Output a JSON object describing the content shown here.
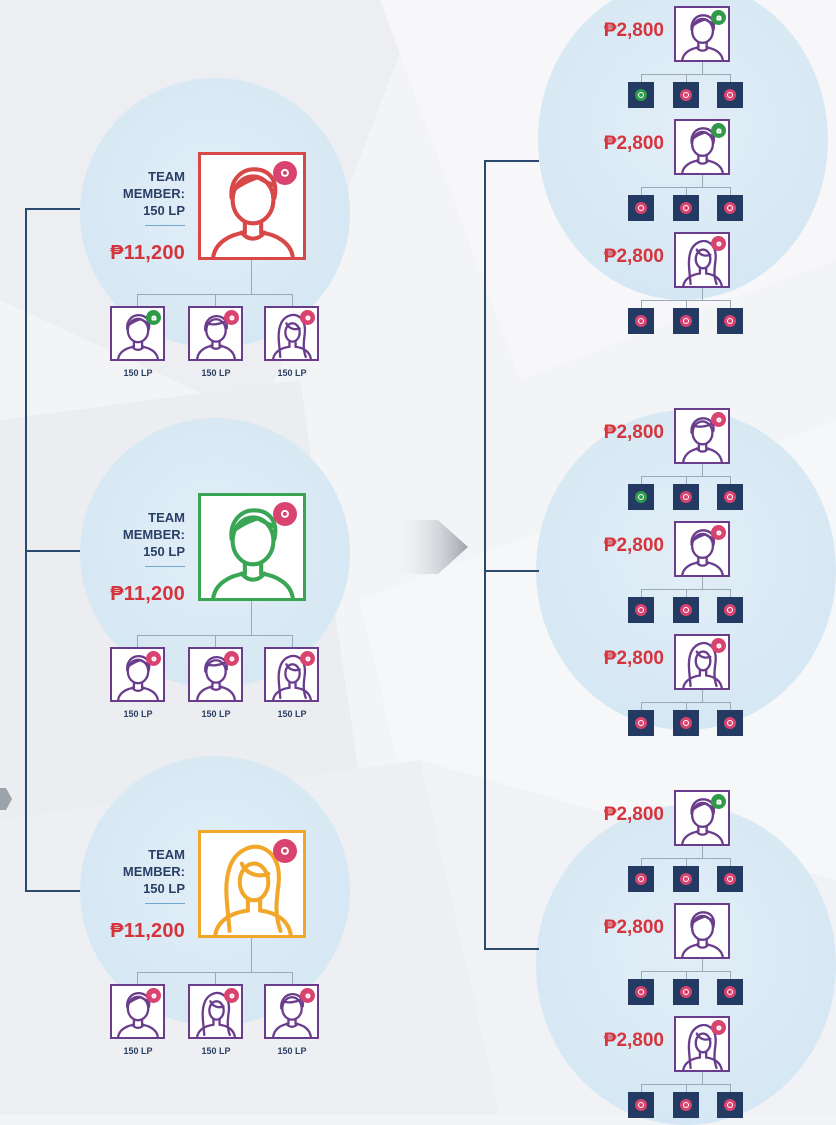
{
  "colors": {
    "red": "#d94848",
    "green": "#3aa655",
    "orange": "#f2a72b",
    "purple": "#6a3d8c",
    "navy": "#233b63",
    "pink_badge": "#d94370",
    "green_badge": "#2f9b4a",
    "amount_red": "#d6343c"
  },
  "team_label": "TEAM\nMEMBER:\n150 LP",
  "left_groups": [
    {
      "label": "TEAM\nMEMBER:\n150 LP",
      "amount": "₱11,200",
      "color": "red",
      "avatar": "male",
      "badge": "pink",
      "children": [
        {
          "avatar": "male",
          "badge": "green",
          "lp": "150 LP"
        },
        {
          "avatar": "male2",
          "badge": "pink",
          "lp": "150 LP"
        },
        {
          "avatar": "female",
          "badge": "pink",
          "lp": "150 LP"
        }
      ]
    },
    {
      "label": "TEAM\nMEMBER:\n150 LP",
      "amount": "₱11,200",
      "color": "green",
      "avatar": "male",
      "badge": "pink",
      "children": [
        {
          "avatar": "male",
          "badge": "pink",
          "lp": "150 LP"
        },
        {
          "avatar": "male2",
          "badge": "pink",
          "lp": "150 LP"
        },
        {
          "avatar": "female",
          "badge": "pink",
          "lp": "150 LP"
        }
      ]
    },
    {
      "label": "TEAM\nMEMBER:\n150 LP",
      "amount": "₱11,200",
      "color": "orange",
      "avatar": "female",
      "badge": "pink",
      "children": [
        {
          "avatar": "male",
          "badge": "pink",
          "lp": "150 LP"
        },
        {
          "avatar": "female",
          "badge": "pink",
          "lp": "150 LP"
        },
        {
          "avatar": "male2",
          "badge": "pink",
          "lp": "150 LP"
        }
      ]
    }
  ],
  "right_groups": [
    {
      "members": [
        {
          "amount": "₱2,800",
          "avatar": "male",
          "badge": "green",
          "children": [
            "green",
            "pink",
            "pink"
          ]
        },
        {
          "amount": "₱2,800",
          "avatar": "male",
          "badge": "green",
          "children": [
            "pink",
            "pink",
            "pink"
          ]
        },
        {
          "amount": "₱2,800",
          "avatar": "female",
          "badge": "pink",
          "children": [
            "pink",
            "pink",
            "pink"
          ]
        }
      ]
    },
    {
      "members": [
        {
          "amount": "₱2,800",
          "avatar": "male2",
          "badge": "pink",
          "children": [
            "green",
            "pink",
            "pink"
          ]
        },
        {
          "amount": "₱2,800",
          "avatar": "male",
          "badge": "pink",
          "children": [
            "pink",
            "pink",
            "pink"
          ]
        },
        {
          "amount": "₱2,800",
          "avatar": "female",
          "badge": "pink",
          "children": [
            "pink",
            "pink",
            "pink"
          ]
        }
      ]
    },
    {
      "members": [
        {
          "amount": "₱2,800",
          "avatar": "male",
          "badge": "green",
          "children": [
            "pink",
            "pink",
            "pink"
          ]
        },
        {
          "amount": "₱2,800",
          "avatar": "male",
          "badge": "none",
          "children": [
            "pink",
            "pink",
            "pink"
          ]
        },
        {
          "amount": "₱2,800",
          "avatar": "female",
          "badge": "pink",
          "children": [
            "pink",
            "pink",
            "pink"
          ]
        }
      ]
    }
  ]
}
